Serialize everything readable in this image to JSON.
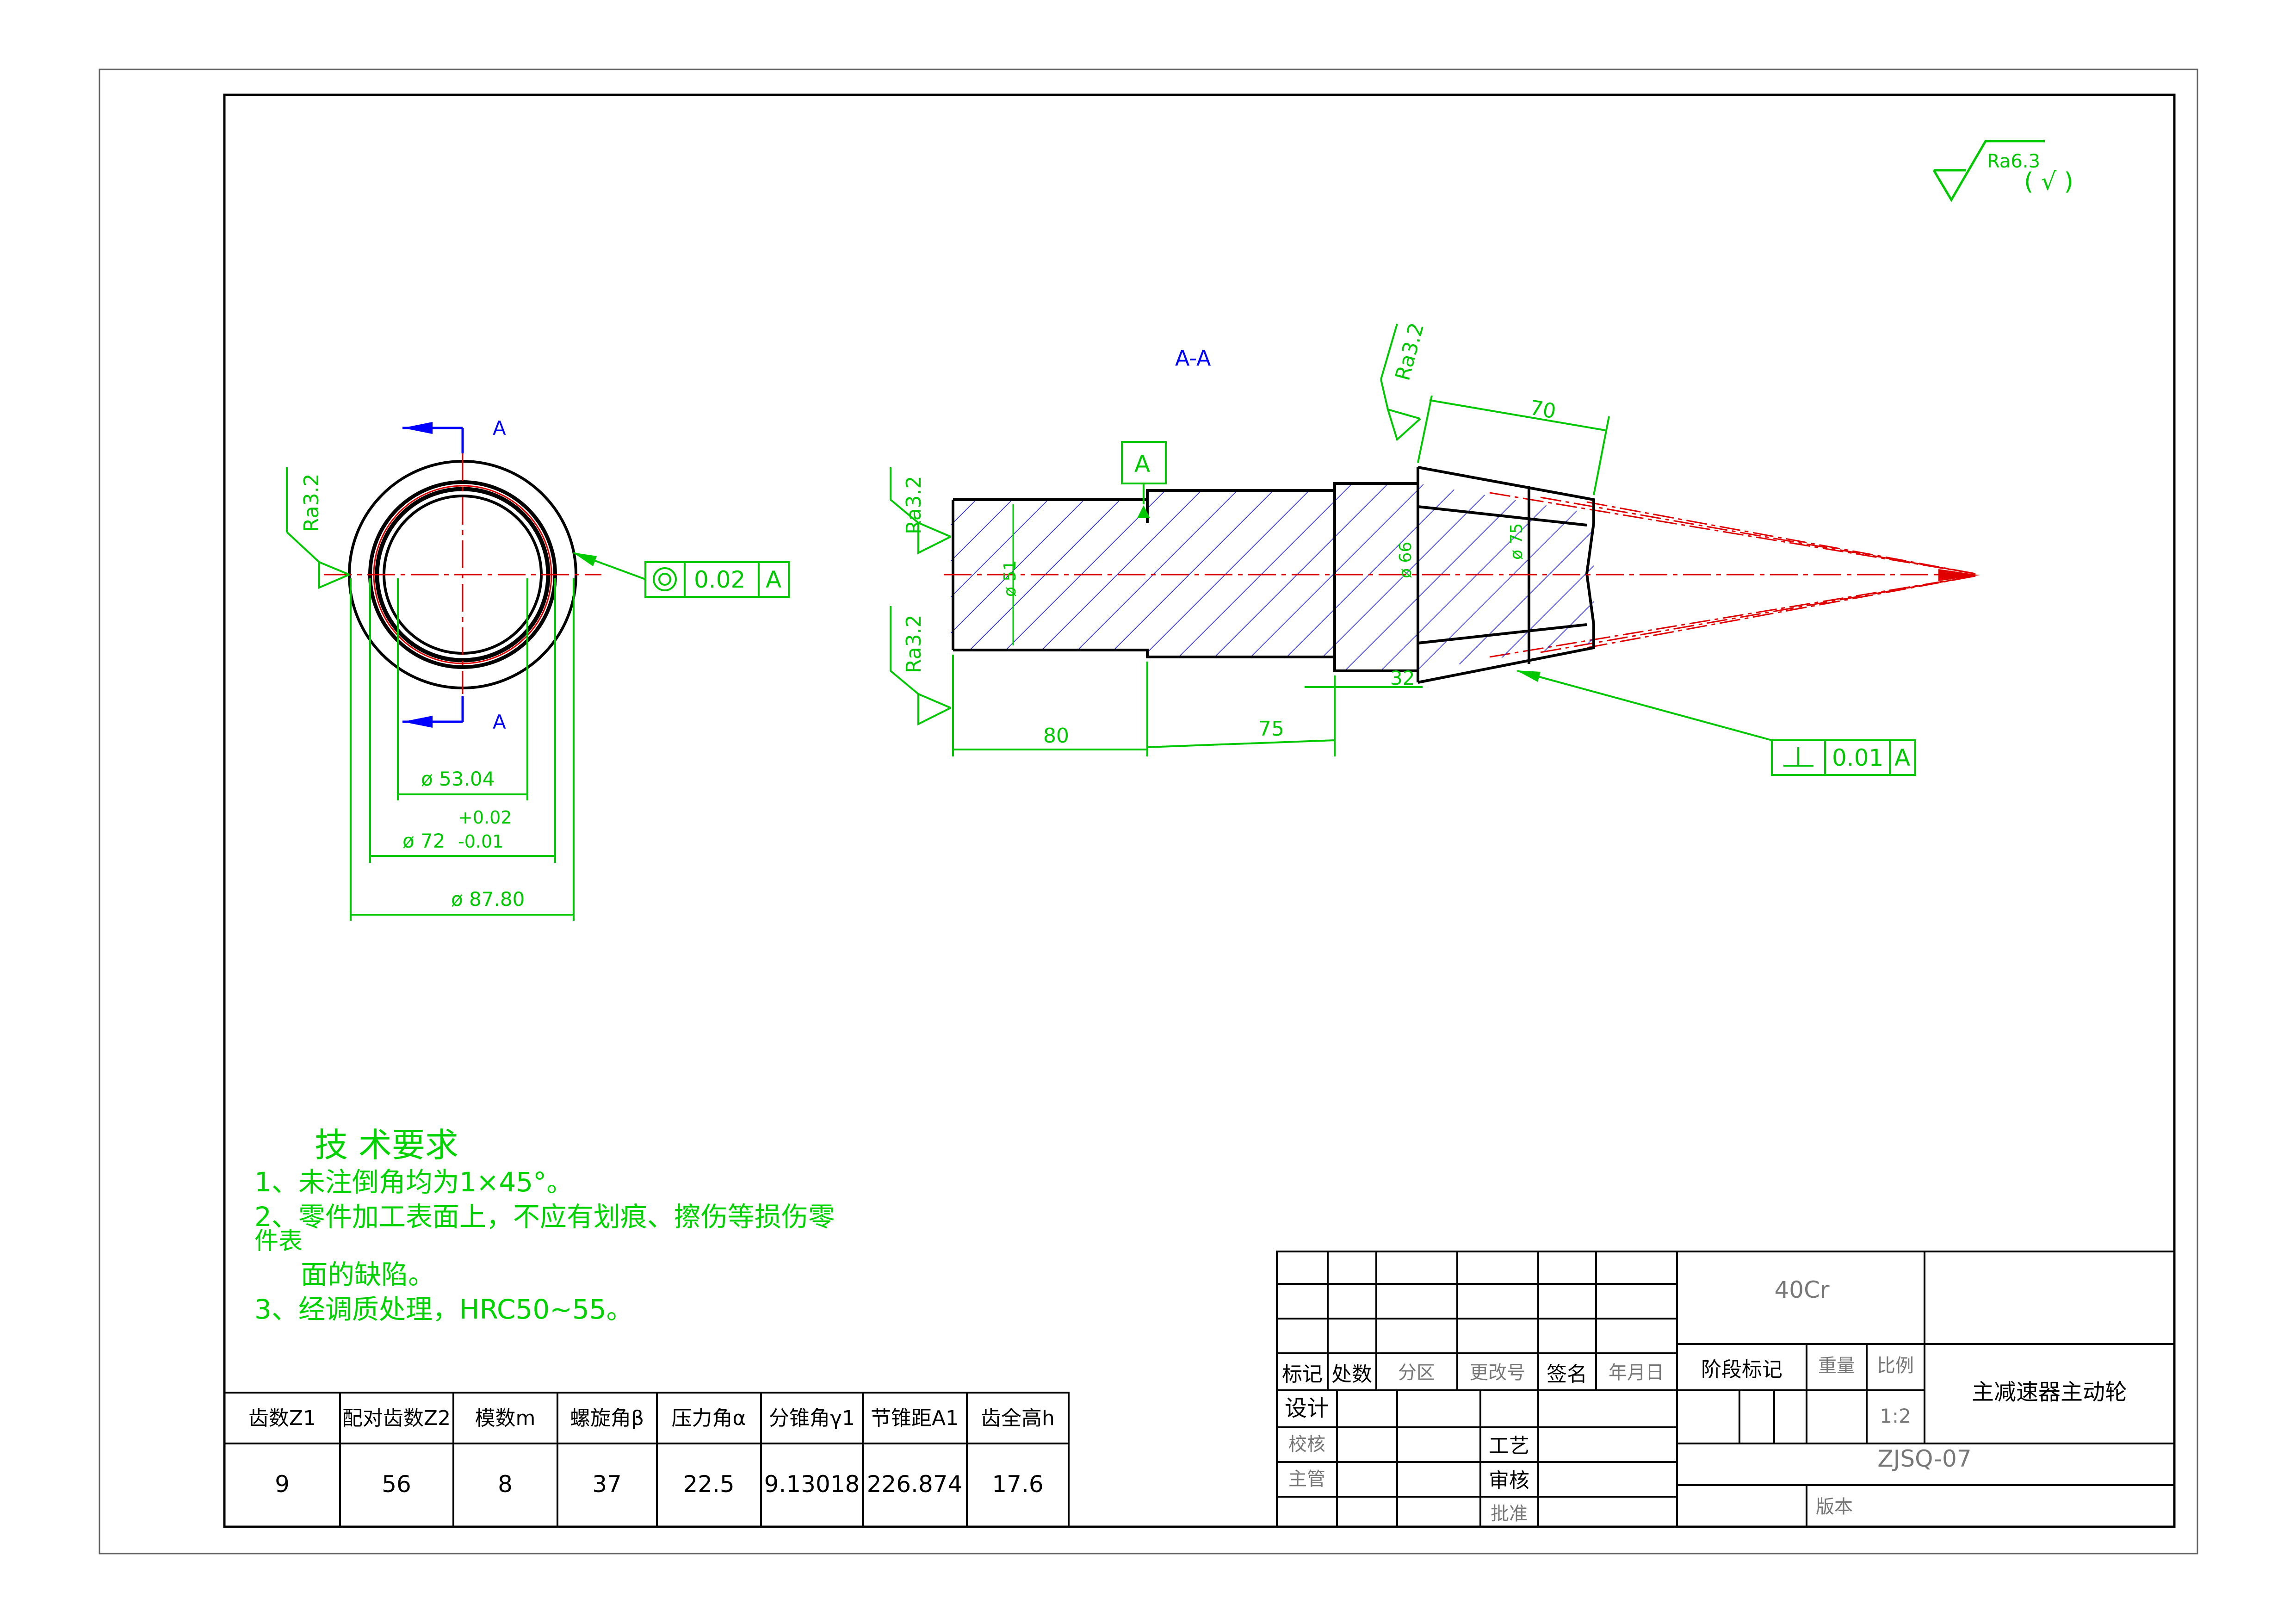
{
  "colors": {
    "outline": "#000000",
    "dimension": "#00c800",
    "centerline": "#e00000",
    "hatch": "#1a1ad8",
    "section": "#0000ff",
    "requirements": "#00d200",
    "table_text": "#000000",
    "faint_text": "#777777"
  },
  "surface_finish_general": {
    "value": "Ra6.3",
    "others": "( √ )"
  },
  "left_view": {
    "section_letter_top": "A",
    "section_letter_bottom": "A",
    "roughness": "Ra3.2",
    "tolerance_value": "0.02",
    "datum_ref": "A",
    "dims": {
      "d1": "ø 53.04",
      "d2_nominal": "ø 72",
      "d2_upper": "+0.02",
      "d2_lower": "-0.01",
      "d3": "ø 87.80"
    }
  },
  "section_view": {
    "title": "A-A",
    "datum": "A",
    "roughness_top": "Ra3.2",
    "roughness_mid": "Ra3.2",
    "roughness_bottom": "Ra3.2",
    "dim_70": "70",
    "dim_32": "32",
    "dim_80": "80",
    "dim_75": "75",
    "dia_51": "ø 51",
    "dia_66": "ø 66",
    "dia_75": "ø 75",
    "perp_value": "0.01",
    "perp_datum": "A"
  },
  "requirements": {
    "title": "技 术要求",
    "line1": "1、未注倒角均为1×45°。",
    "line2": "2、零件加工表面上，不应有划痕、擦伤等损伤零",
    "line2b": "件表",
    "line3": "面的缺陷。",
    "line4": "3、经调质处理，HRC50~55。"
  },
  "params_table": {
    "headers": [
      "齿数Z1",
      "配对齿数Z2",
      "模数m",
      "螺旋角β",
      "压力角α",
      "分锥角γ1",
      "节锥距A1",
      "齿全高h"
    ],
    "values": [
      "9",
      "56",
      "8",
      "37",
      "22.5",
      "9.13018",
      "226.874",
      "17.6"
    ]
  },
  "title_block": {
    "material": "40Cr",
    "part_name": "主减速器主动轮",
    "drawing_no": "ZJSQ-07",
    "scale_label": "比例",
    "scale_value": "1:2",
    "weight_label": "重量",
    "stage_label": "阶段标记",
    "edition_label": "版本",
    "row_labels": [
      "标记",
      "处数",
      "分区",
      "更改号",
      "签名",
      "年月日"
    ],
    "design": "设计",
    "check": "校核",
    "supervisor": "主管",
    "process": "工艺",
    "review": "审核",
    "approve": "批准"
  }
}
